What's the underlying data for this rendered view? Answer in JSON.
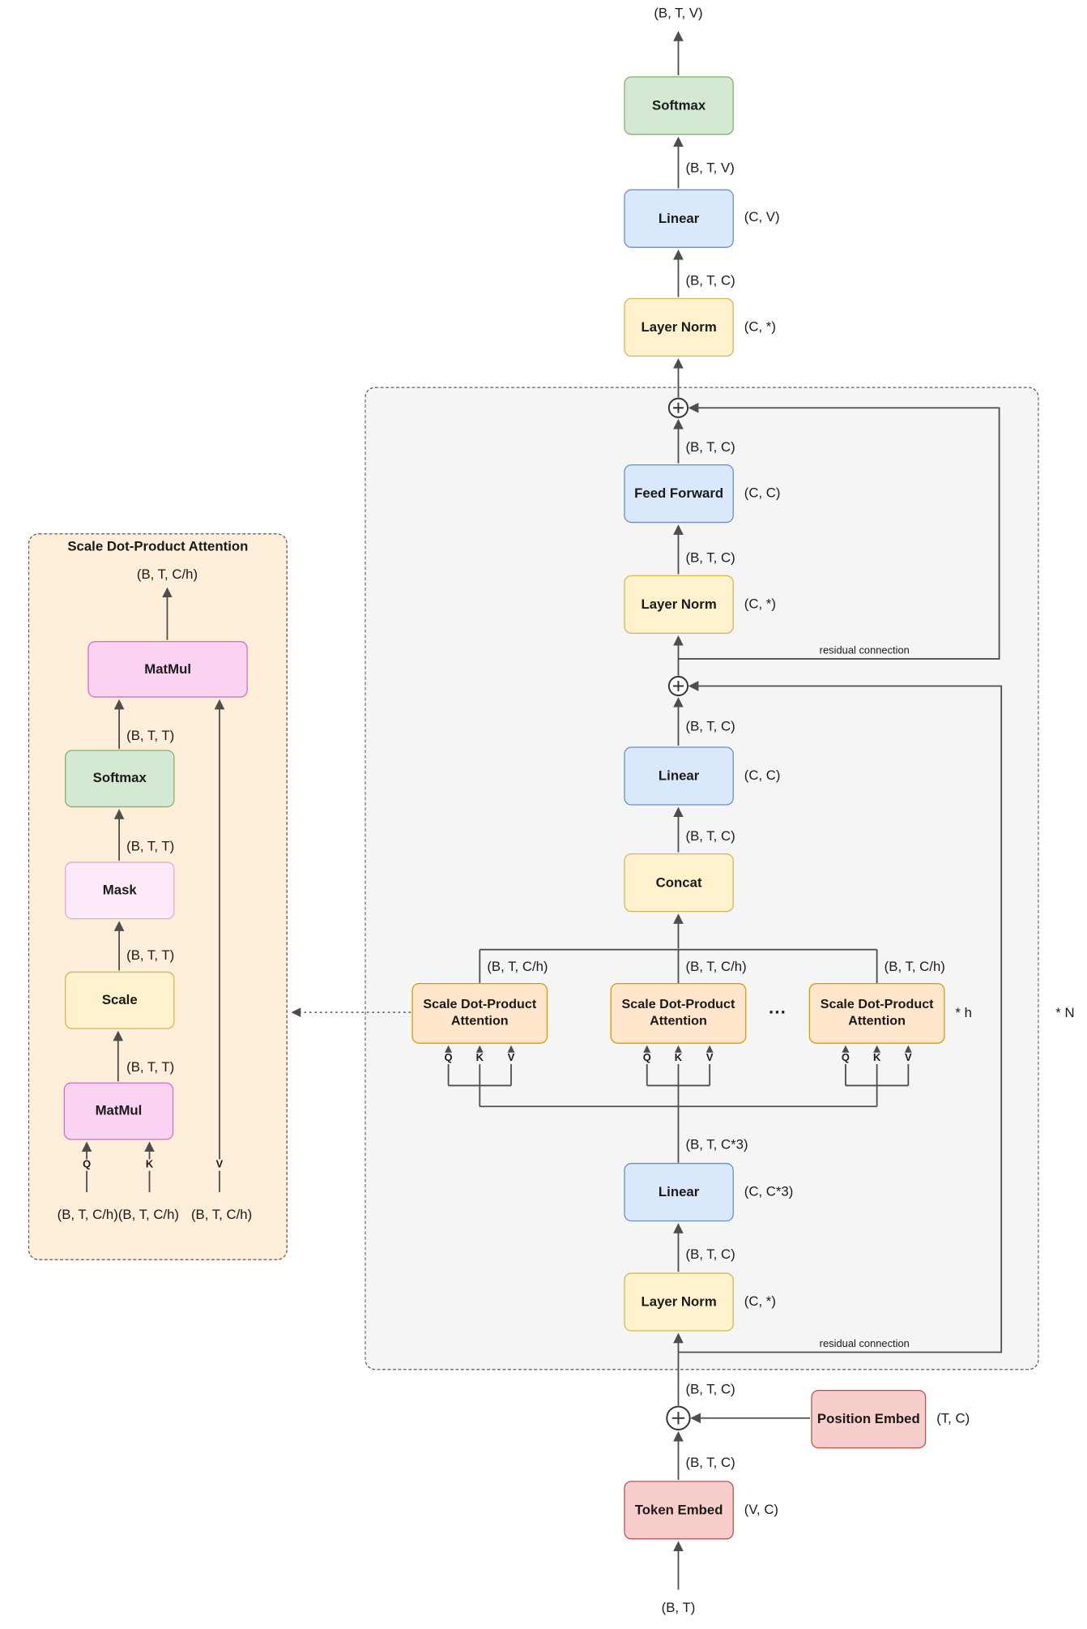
{
  "palette": {
    "green_fill": "#d5e8d4",
    "green_stroke": "#82b366",
    "blue_fill": "#dae8fc",
    "blue_stroke": "#6c8ebf",
    "yellow_fill": "#fff2cc",
    "yellow_stroke": "#d6b656",
    "red_fill": "#f8cecc",
    "red_stroke": "#b85450",
    "orange_fill": "#ffe6cc",
    "orange_stroke": "#d79b00",
    "pink_fill": "#fcd2f2",
    "pink_stroke": "#cf6fc0",
    "lightpink_fill": "#fdeaf8",
    "lightpink_stroke": "#e6a8d7",
    "gray_fill": "#f5f5f5",
    "gray_stroke": "#5a5a5a",
    "cream_fill": "#ffeed9",
    "cream_stroke": "#5a5a5a",
    "line": "#4d4d4d",
    "text": "#1a1a1a"
  },
  "nodes": {
    "softmax": "Softmax",
    "linear": "Linear",
    "layer_norm": "Layer Norm",
    "feed_forward": "Feed Forward",
    "concat": "Concat",
    "attention_head": "Scale Dot-Product Attention",
    "position_embed": "Position Embed",
    "token_embed": "Token Embed"
  },
  "detail": {
    "title": "Scale Dot-Product Attention",
    "matmul": "MatMul",
    "softmax": "Softmax",
    "mask": "Mask",
    "scale": "Scale"
  },
  "dims": {
    "btv": "(B, T, V)",
    "btc": "(B, T, C)",
    "btc3": "(B, T, C*3)",
    "btch": "(B, T, C/h)",
    "btch2": "(B, T, C/h)(B, T, C/h)",
    "btt": "(B, T, T)",
    "bt": "(B, T)",
    "cv": "(C, V)",
    "cstar": "(C, *)",
    "cc": "(C, C)",
    "cc3": "(C, C*3)",
    "tc": "(T, C)",
    "vc": "(V, C)"
  },
  "annotations": {
    "residual": "residual connection",
    "times_h": "* h",
    "times_n": "* N",
    "ellipsis": "...",
    "q": "Q",
    "k": "K",
    "v": "V"
  }
}
